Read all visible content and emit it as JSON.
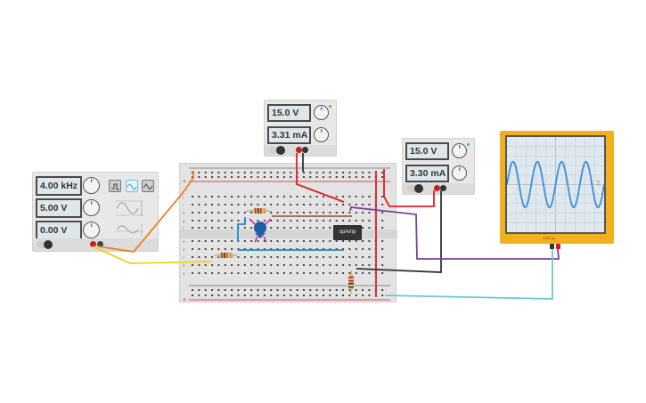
{
  "function_generator": {
    "frequency": "4.00 kHz",
    "amplitude": "5.00 V",
    "dc_offset": "0.00 V",
    "waveforms": [
      "square",
      "sine",
      "triangle"
    ],
    "selected_waveform": "sine",
    "power": "on"
  },
  "power_supply_1": {
    "voltage": "15.0 V",
    "current": "3.31 mA",
    "power": "on"
  },
  "power_supply_2": {
    "voltage": "15.0 V",
    "current": "3.30 mA",
    "power": "on"
  },
  "oscilloscope": {
    "time_per_division": "1000 µs",
    "volts_per_division": "5 V",
    "trace_color": "#3a8fd6",
    "waveform": "sine",
    "cycles_visible": 4
  },
  "breadboard": {
    "components": [
      {
        "type": "resistor",
        "name": "resistor-1"
      },
      {
        "type": "resistor",
        "name": "resistor-2"
      },
      {
        "type": "resistor",
        "name": "resistor-3"
      },
      {
        "type": "capacitor",
        "name": "ceramic-capacitor"
      },
      {
        "type": "ic",
        "name": "opamp",
        "label": "opAmp"
      }
    ],
    "rail_plus": "+",
    "rail_minus": "-",
    "row_labels_top": [
      "j",
      "i",
      "h",
      "g",
      "f"
    ],
    "row_labels_bottom": [
      "e",
      "d",
      "c",
      "b",
      "a"
    ]
  },
  "wire_colors": {
    "orange": "#e8821e",
    "yellow": "#f0d020",
    "red": "#e02020",
    "black": "#333333",
    "purple": "#7a3f9a",
    "cyan": "#6ec6d0",
    "blue": "#1e8ad0",
    "brown": "#9a6a3a",
    "magenta": "#d8359a"
  }
}
